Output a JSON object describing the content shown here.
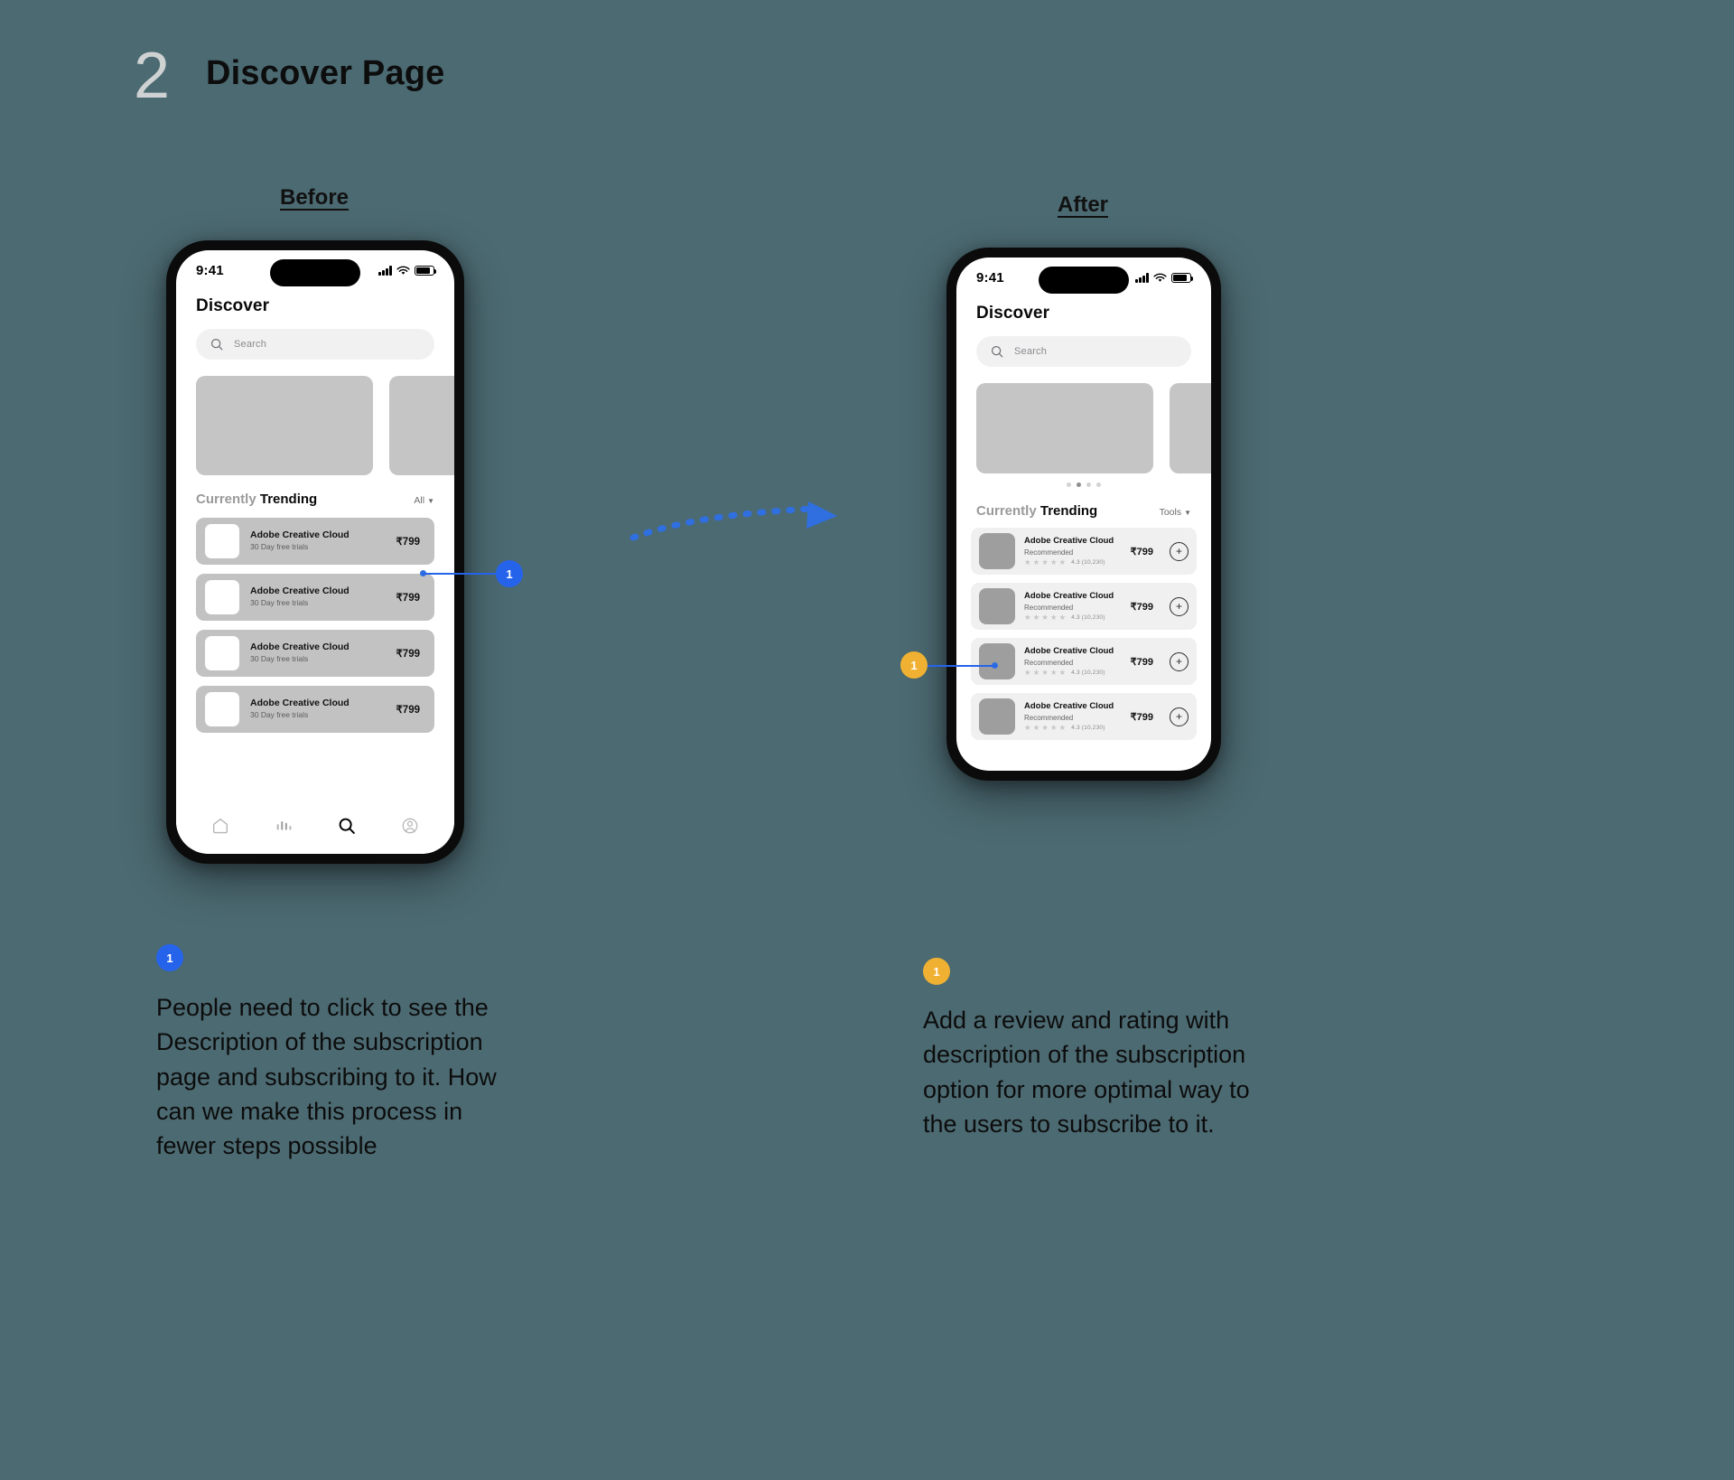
{
  "header": {
    "step_number": "2",
    "title": "Discover Page"
  },
  "columns": {
    "before_label": "Before",
    "after_label": "After"
  },
  "before_phone": {
    "status_bar": {
      "time": "9:41",
      "signal_icon": "cellular-signal-icon",
      "wifi_icon": "wifi-icon",
      "battery_icon": "battery-icon"
    },
    "screen_title": "Discover",
    "search": {
      "placeholder": "Search",
      "icon": "search-icon"
    },
    "section": {
      "title_light": "Currently ",
      "title_bold": "Trending",
      "filter_label": "All",
      "filter_chevron": "⌄"
    },
    "items": [
      {
        "name": "Adobe Creative Cloud",
        "subtitle": "30 Day free trials",
        "price": "₹799"
      },
      {
        "name": "Adobe Creative Cloud",
        "subtitle": "30 Day free trials",
        "price": "₹799"
      },
      {
        "name": "Adobe Creative Cloud",
        "subtitle": "30 Day free trials",
        "price": "₹799"
      },
      {
        "name": "Adobe Creative Cloud",
        "subtitle": "30 Day free trials",
        "price": "₹799"
      }
    ],
    "tabbar": [
      {
        "icon": "home-icon",
        "active": false
      },
      {
        "icon": "bar-chart-icon",
        "active": false
      },
      {
        "icon": "search-icon",
        "active": true
      },
      {
        "icon": "profile-icon",
        "active": false
      }
    ]
  },
  "after_phone": {
    "status_bar": {
      "time": "9:41",
      "signal_icon": "cellular-signal-icon",
      "wifi_icon": "wifi-icon",
      "battery_icon": "battery-icon"
    },
    "screen_title": "Discover",
    "search": {
      "placeholder": "Search",
      "icon": "search-icon"
    },
    "carousel_dots": {
      "count": 4,
      "active_index": 1
    },
    "section": {
      "title_light": "Currently ",
      "title_bold": "Trending",
      "filter_label": "Tools",
      "filter_chevron": "⌄"
    },
    "items": [
      {
        "name": "Adobe Creative Cloud",
        "subtitle": "Recommended",
        "stars": 5,
        "rating": "4.3 (10,230)",
        "price": "₹799",
        "add_label": "+"
      },
      {
        "name": "Adobe Creative Cloud",
        "subtitle": "Recommended",
        "stars": 5,
        "rating": "4.3 (10,230)",
        "price": "₹799",
        "add_label": "+"
      },
      {
        "name": "Adobe Creative Cloud",
        "subtitle": "Recommended",
        "stars": 5,
        "rating": "4.3 (10,230)",
        "price": "₹799",
        "add_label": "+"
      },
      {
        "name": "Adobe Creative Cloud",
        "subtitle": "Recommended",
        "stars": 5,
        "rating": "4.3 (10,230)",
        "price": "₹799",
        "add_label": "+"
      }
    ]
  },
  "annotations": {
    "marker_before_callout": "1",
    "marker_after_callout": "1",
    "marker_before_caption": "1",
    "marker_after_caption": "1",
    "caption_before": "People need to click to see the Description of the subscription page and subscribing to it. How can we make this process in fewer steps possible",
    "caption_after": "Add a review and rating with description of the subscription option for more optimal way to the users to subscribe to it."
  },
  "colors": {
    "background": "#4c6a72",
    "marker_blue": "#2563eb",
    "marker_amber": "#f0b132",
    "arrow_blue": "#2f6fe0",
    "placeholder_gray": "#c5c5c5"
  }
}
